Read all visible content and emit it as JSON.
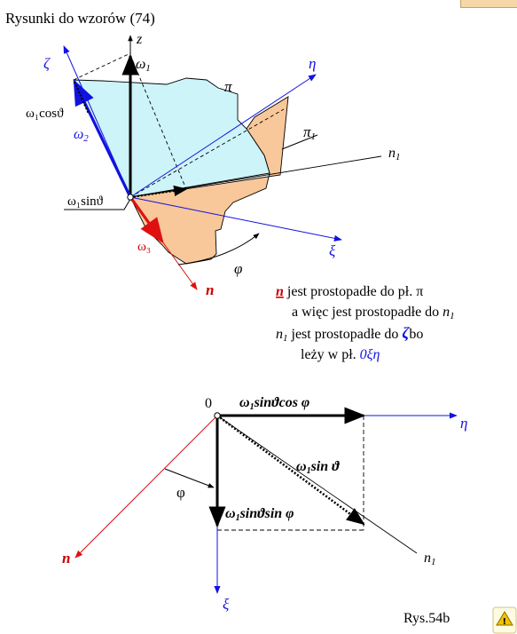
{
  "title": "Rysunki do wzorów (74)",
  "figure_label": "Rys.54b",
  "colors": {
    "plane_pi": "#cdf4f8",
    "plane_pi1": "#f8c79a",
    "axis_blue": "#1212e0",
    "axis_red": "#e01010",
    "vector_black": "#000000",
    "label_red": "#cc0000"
  },
  "icons": [
    "warning-icon"
  ],
  "top_figure": {
    "axis_z": "z",
    "axis_zeta": "ζ",
    "axis_eta": "η",
    "axis_xi": "ξ",
    "axis_n": "n",
    "line_n1": "n",
    "line_n1_sub": "1",
    "plane_pi": "π",
    "plane_pi1": "π",
    "plane_pi1_sub": "1",
    "omega1": "ω",
    "omega1_sub": "1",
    "omega1_cos": "ω₁cosϑ",
    "omega2": "ω",
    "omega2_sub": "2",
    "omega1_sin": "ω₁sinϑ",
    "omega3": "ω₃",
    "angle_phi": "φ"
  },
  "notes": {
    "line1_n": "n",
    "line1_text": "jest prostopadłe do pł. π",
    "line2_text": "a więc jest prostopadłe do",
    "line2_n": "n",
    "line2_sub": "1",
    "line3_n": "n",
    "line3_sub": "1",
    "line3_text": "jest prostopadłe do",
    "line3_zeta": "ζ",
    "line3_bo": "bo",
    "line4_text": "leży w pł.",
    "line4_plane": "0ξη"
  },
  "bottom_figure": {
    "origin": "0",
    "axis_eta": "η",
    "axis_xi": "ξ",
    "axis_n": "n",
    "line_n1": "n",
    "line_n1_sub": "1",
    "angle_phi": "φ",
    "comp_cos_prefix": "ω",
    "comp_cos_sub": "1",
    "comp_cos_text": "sinϑcos φ",
    "comp_sin_prefix": "ω",
    "comp_sin_sub": "1",
    "comp_sin_text": "sin ϑ",
    "comp_sinsin_prefix": "ω",
    "comp_sinsin_sub": "1",
    "comp_sinsin_text": "sinϑsin φ"
  }
}
